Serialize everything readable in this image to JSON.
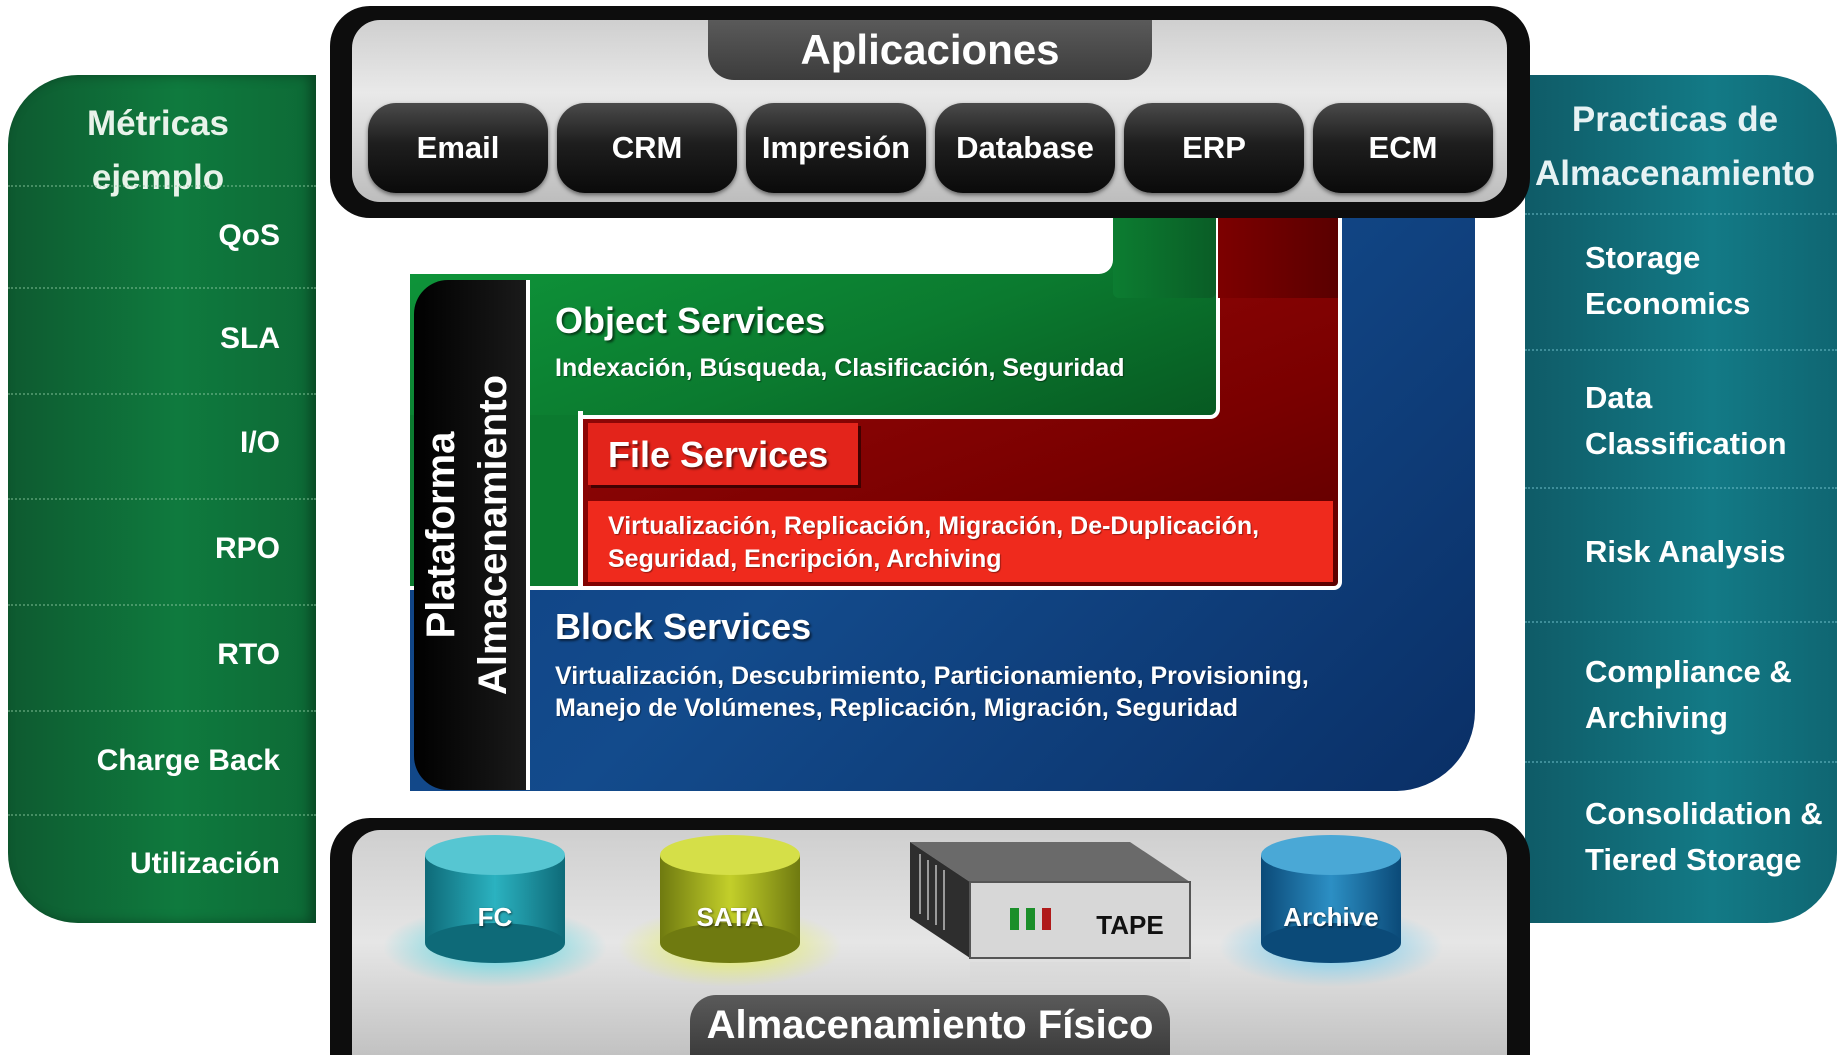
{
  "metrics": {
    "title_line1": "Métricas",
    "title_line2": "ejemplo",
    "items": [
      "QoS",
      "SLA",
      "I/O",
      "RPO",
      "RTO",
      "Charge Back",
      "Utilización"
    ]
  },
  "practices": {
    "title_line1": "Practicas de",
    "title_line2": "Almacenamiento",
    "items": [
      {
        "line1": "Storage",
        "line2": "Economics"
      },
      {
        "line1": "Data",
        "line2": "Classification"
      },
      {
        "line1": "Risk Analysis",
        "line2": ""
      },
      {
        "line1": "Compliance &",
        "line2": "Archiving"
      },
      {
        "line1": "Consolidation &",
        "line2": "Tiered Storage"
      }
    ]
  },
  "applications": {
    "title": "Aplicaciones",
    "items": [
      "Email",
      "CRM",
      "Impresión",
      "Database",
      "ERP",
      "ECM"
    ]
  },
  "platform": {
    "line1": "Plataforma",
    "line2": "Almacenamiento"
  },
  "object_services": {
    "title": "Object Services",
    "desc": "Indexación, Búsqueda, Clasificación, Seguridad"
  },
  "file_services": {
    "title": "File Services",
    "desc_line1": "Virtualización, Replicación, Migración, De-Duplicación,",
    "desc_line2": "Seguridad, Encripción, Archiving"
  },
  "block_services": {
    "title": "Block Services",
    "desc_line1": "Virtualización, Descubrimiento, Particionamiento, Provisioning,",
    "desc_line2": "Manejo de Volúmenes, Replicación, Migración, Seguridad"
  },
  "physical": {
    "title": "Almacenamiento Físico",
    "devices": {
      "fc": "FC",
      "sata": "SATA",
      "tape": "TAPE",
      "archive": "Archive"
    }
  },
  "colors": {
    "metrics_panel": "#0f7a3e",
    "practices_panel": "#137a86",
    "object_layer": "#0b7a2f",
    "file_layer": "#e3241b",
    "block_layer": "#134b8c",
    "frame": "#0d0d0d"
  }
}
